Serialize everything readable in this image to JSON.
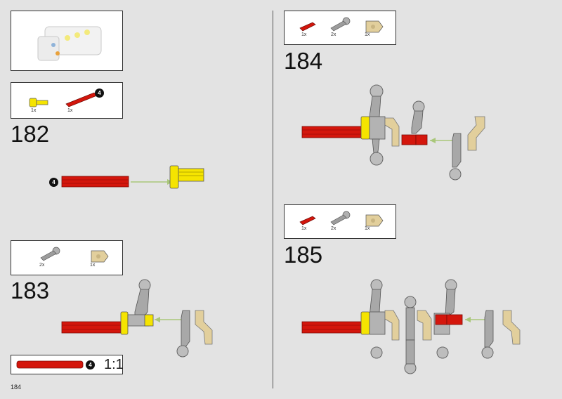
{
  "page_number": "184",
  "steps": [
    {
      "number": "182",
      "parts": [
        {
          "qty": "1x"
        },
        {
          "qty": "1x",
          "length_badge": "4"
        }
      ],
      "callout_badge": "4"
    },
    {
      "number": "183",
      "parts": [
        {
          "qty": "2x"
        },
        {
          "qty": "1x"
        }
      ]
    },
    {
      "number": "184",
      "parts": [
        {
          "qty": "1x"
        },
        {
          "qty": "2x"
        },
        {
          "qty": "1x"
        }
      ]
    },
    {
      "number": "185",
      "parts": [
        {
          "qty": "1x"
        },
        {
          "qty": "2x"
        },
        {
          "qty": "1x"
        }
      ]
    }
  ],
  "ruler": {
    "badge": "4",
    "scale": "1:1"
  },
  "colors": {
    "axle_red": "#d4160c",
    "yellow": "#f5e400",
    "grey": "#9c9c9c",
    "tan": "#e2cf9c",
    "arrow": "#a9c77a"
  }
}
